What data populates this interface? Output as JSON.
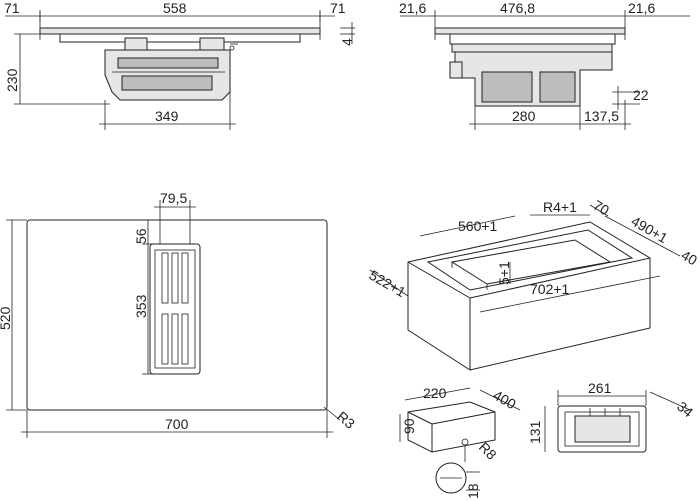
{
  "drawings": {
    "front_view": {
      "dims": {
        "left_offset": "71",
        "width": "558",
        "right_offset": "71",
        "thickness": "4",
        "height": "230",
        "unit_width": "349"
      }
    },
    "side_view": {
      "dims": {
        "left_offset": "21,6",
        "width": "476,8",
        "right_offset": "21,6",
        "bottom_offset": "22",
        "unit_depth": "280",
        "rear_offset": "137,5"
      }
    },
    "top_view": {
      "dims": {
        "grille_width": "79,5",
        "grille_top_offset": "56",
        "grille_length": "353",
        "height": "520",
        "width": "700",
        "corner_radius": "R3"
      }
    },
    "cutout_view": {
      "dims": {
        "inner_width": "560+1",
        "corner_radius": "R4+1",
        "border": "70",
        "inner_depth": "490+1",
        "frame_depth": "40",
        "outer_depth": "522+1",
        "ledge": "5+1",
        "outer_width": "702+1"
      }
    },
    "duct_view": {
      "dims": {
        "width": "220",
        "depth": "400",
        "height": "90",
        "radius": "R8",
        "thickness": "18"
      }
    },
    "outlet_view": {
      "dims": {
        "width": "261",
        "depth": "34",
        "height": "131"
      }
    }
  }
}
